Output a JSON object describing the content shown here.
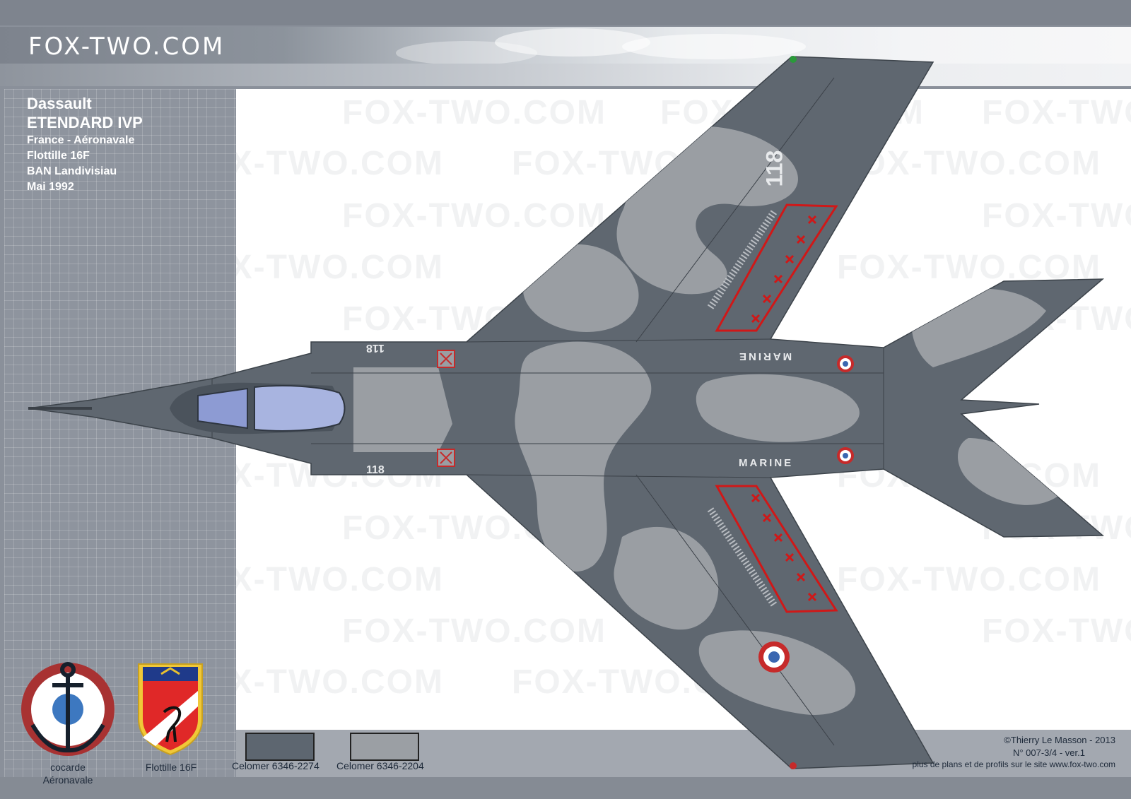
{
  "header": {
    "logo_text": "FOX-TWO.COM"
  },
  "aircraft": {
    "manufacturer": "Dassault",
    "model": "ETENDARD IVP",
    "country_service": "France - Aéronavale",
    "unit": "Flottille 16F",
    "base": "BAN Landivisiau",
    "date": "Mai 1992"
  },
  "markings": {
    "tail_number": "118",
    "service_text": "MARINE"
  },
  "watermark_text": "FOX-TWO.COM",
  "emblems": {
    "cocarde_label_1": "cocarde",
    "cocarde_label_2": "Aéronavale",
    "unit_label": "Flottille 16F"
  },
  "paints": [
    {
      "name": "Celomer 6346-2274",
      "color": "#5d6670"
    },
    {
      "name": "Celomer 6346-2204",
      "color": "#9b9fa4"
    }
  ],
  "credits": {
    "author": "©Thierry Le Masson - 2013",
    "ref": "N° 007-3/4   -   ver.1",
    "site": "plus de plans et de profils sur le site www.fox-two.com"
  }
}
